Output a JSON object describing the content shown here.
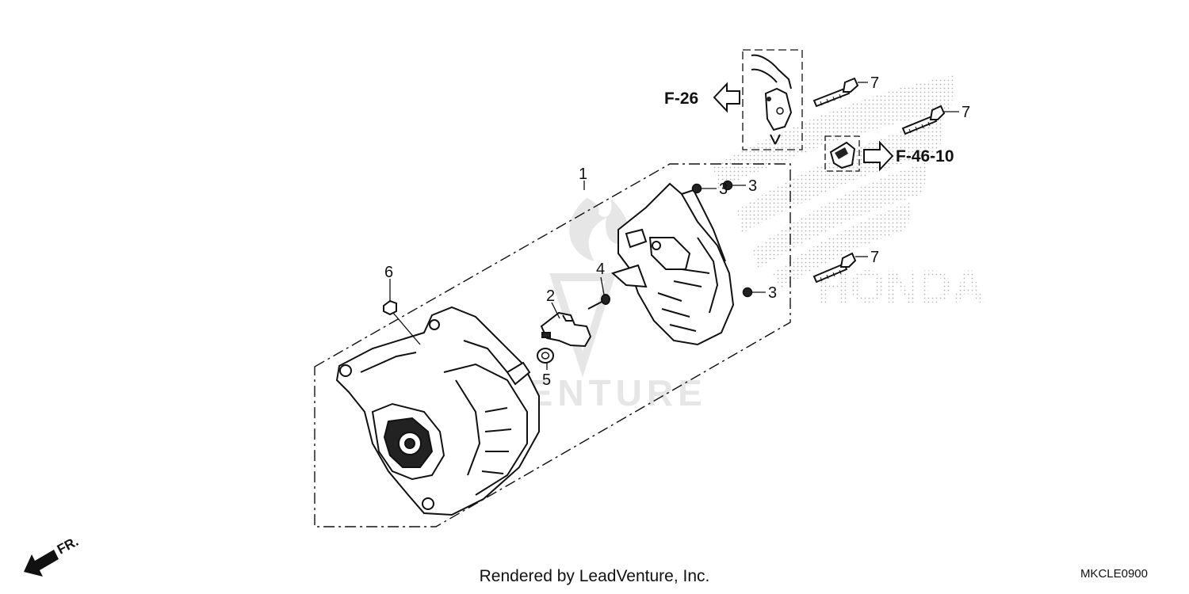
{
  "diagram": {
    "callouts": {
      "p1": "1",
      "p2": "2",
      "p3a": "3",
      "p3b": "3",
      "p3c": "3",
      "p4": "4",
      "p5": "5",
      "p6": "6",
      "p7a": "7",
      "p7b": "7",
      "p7c": "7"
    },
    "refs": {
      "f26": "F-26",
      "f4610": "F-46-10"
    },
    "watermark": {
      "brand": "HONDA",
      "text": "VENTURE"
    },
    "direction_label": "FR."
  },
  "footer": {
    "rendered_by": "Rendered by LeadVenture, Inc.",
    "diagram_code": "MKCLE0900"
  }
}
